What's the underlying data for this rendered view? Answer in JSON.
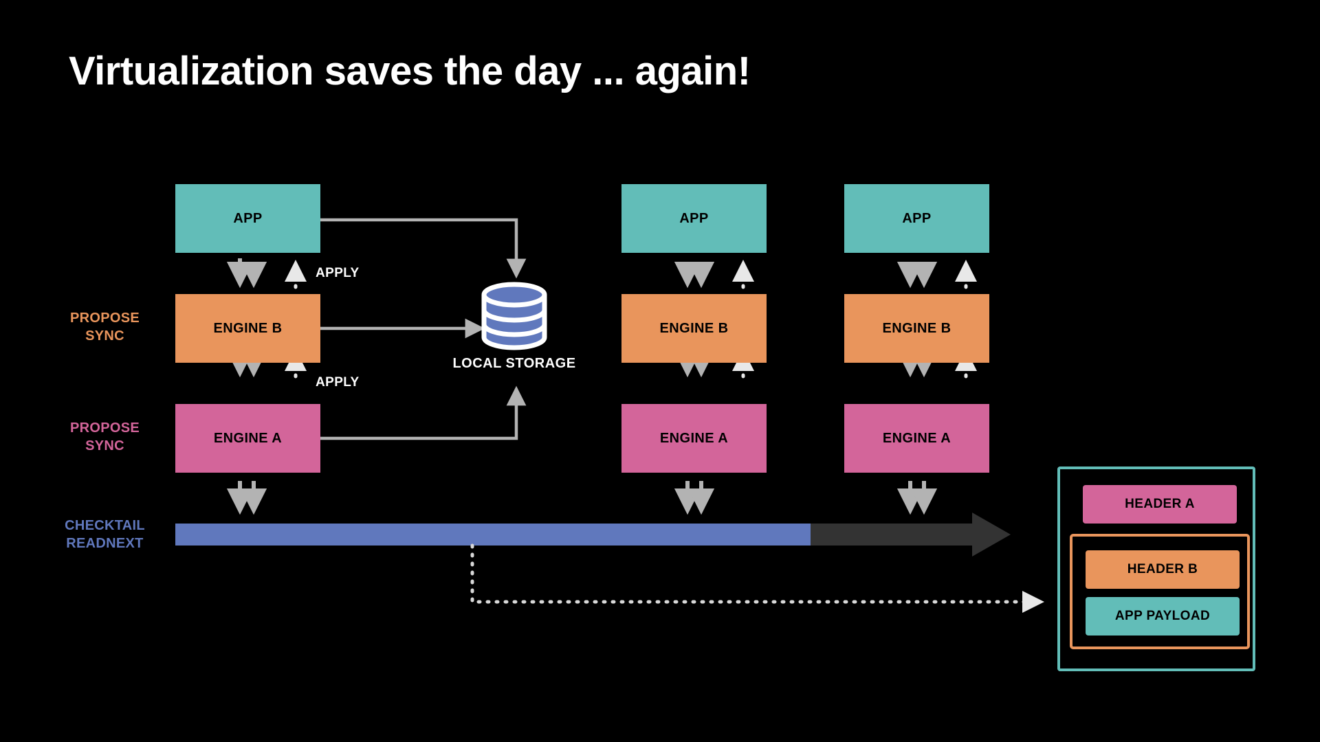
{
  "slide": {
    "title": "Virtualization saves the day ... again!",
    "background_color": "#000000"
  },
  "colors": {
    "app_teal": "#62bdb8",
    "engine_b_orange": "#e9955c",
    "engine_a_pink": "#d3659a",
    "timeline_blue": "#6078bd",
    "timeline_gray": "#333333",
    "arrow_gray": "#b3b3b3",
    "text_white": "#ffffff"
  },
  "columns": [
    {
      "id": "column-1",
      "nodes": [
        {
          "label": "APP",
          "role": "app"
        },
        {
          "label": "ENGINE B",
          "role": "engine-b"
        },
        {
          "label": "ENGINE A",
          "role": "engine-a"
        }
      ]
    },
    {
      "id": "column-2",
      "nodes": [
        {
          "label": "APP",
          "role": "app"
        },
        {
          "label": "ENGINE B",
          "role": "engine-b"
        },
        {
          "label": "ENGINE A",
          "role": "engine-a"
        }
      ]
    },
    {
      "id": "column-3",
      "nodes": [
        {
          "label": "APP",
          "role": "app"
        },
        {
          "label": "ENGINE B",
          "role": "engine-b"
        },
        {
          "label": "ENGINE A",
          "role": "engine-a"
        }
      ]
    }
  ],
  "side_labels": {
    "engine_b_row": "PROPOSE\nSYNC",
    "engine_a_row": "PROPOSE\nSYNC",
    "timeline_row": "CHECKTAIL\nREADNEXT"
  },
  "inline_labels": {
    "apply_upper": "APPLY",
    "apply_lower": "APPLY"
  },
  "storage": {
    "label": "LOCAL STORAGE",
    "icon": "database-cylinder-icon",
    "fill_color": "#6078bd",
    "outline_color": "#ffffff"
  },
  "timeline": {
    "filled_color": "#6078bd",
    "remainder_color": "#333333",
    "label": "CHECKTAIL\nREADNEXT"
  },
  "legend": {
    "title_hidden": "",
    "border_color": "#62bdb8",
    "inner_border_color": "#e9955c",
    "chips": [
      {
        "label": "HEADER A",
        "color": "#d3659a"
      },
      {
        "label": "HEADER B",
        "color": "#e9955c"
      },
      {
        "label": "APP PAYLOAD",
        "color": "#62bdb8"
      }
    ]
  }
}
